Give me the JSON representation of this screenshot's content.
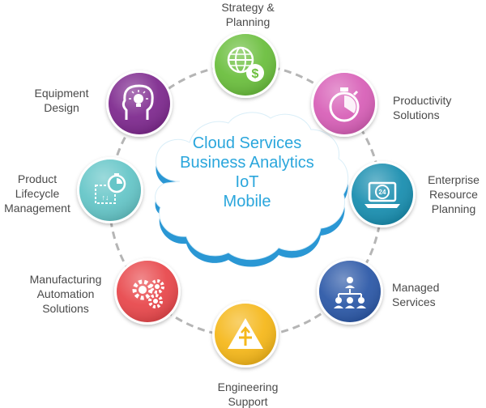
{
  "center": {
    "lines": [
      "Cloud Services",
      "Business Analytics",
      "IoT",
      "Mobile"
    ]
  },
  "colors": {
    "center_text": "#2aa6dc",
    "cloud_fill": "#ffffff",
    "cloud_shadow": "#2a97d4",
    "ring_dash": "#b5b5b5",
    "label_text": "#4a4a4a"
  },
  "nodes": [
    {
      "id": "strategy-planning",
      "label": [
        "Strategy &",
        "Planning"
      ],
      "color": "#6cbf3f",
      "icon": "globe-dollar-icon"
    },
    {
      "id": "productivity-solutions",
      "label": [
        "Productivity",
        "Solutions"
      ],
      "color": "#d861b8",
      "icon": "stopwatch-icon"
    },
    {
      "id": "enterprise-resource-planning",
      "label": [
        "Enterprise",
        "Resource",
        "Planning"
      ],
      "color": "#1b8fb0",
      "icon": "laptop-24-icon"
    },
    {
      "id": "managed-services",
      "label": [
        "Managed",
        "Services"
      ],
      "color": "#2e5aa8",
      "icon": "org-chart-icon"
    },
    {
      "id": "engineering-support",
      "label": [
        "Engineering",
        "Support"
      ],
      "color": "#f5b81c",
      "icon": "pyramid-icon"
    },
    {
      "id": "manufacturing-automation-solutions",
      "label": [
        "Manufacturing",
        "Automation",
        "Solutions"
      ],
      "color": "#e8494d",
      "icon": "gears-icon"
    },
    {
      "id": "product-lifecycle-management",
      "label": [
        "Product",
        "Lifecycle",
        "Management"
      ],
      "color": "#66c6c8",
      "icon": "box-timer-icon"
    },
    {
      "id": "equipment-design",
      "label": [
        "Equipment",
        "Design"
      ],
      "color": "#7f2b8f",
      "icon": "head-bulb-icon"
    }
  ]
}
